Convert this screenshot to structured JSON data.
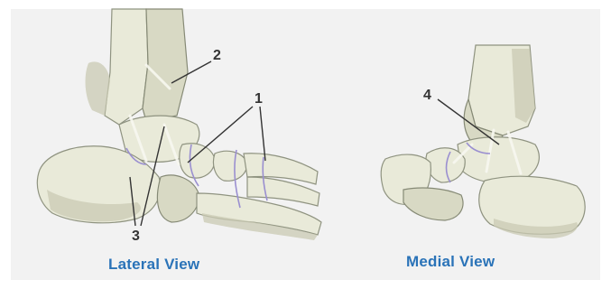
{
  "views": {
    "lateral": {
      "label": "Lateral View",
      "callouts": [
        "1",
        "2",
        "3"
      ]
    },
    "medial": {
      "label": "Medial View",
      "callouts": [
        "4"
      ]
    }
  },
  "colors": {
    "background": "#f2f2f2",
    "label": "#2a73b8",
    "bone": "#e9ead9",
    "joint_line": "#9a8fd0"
  }
}
